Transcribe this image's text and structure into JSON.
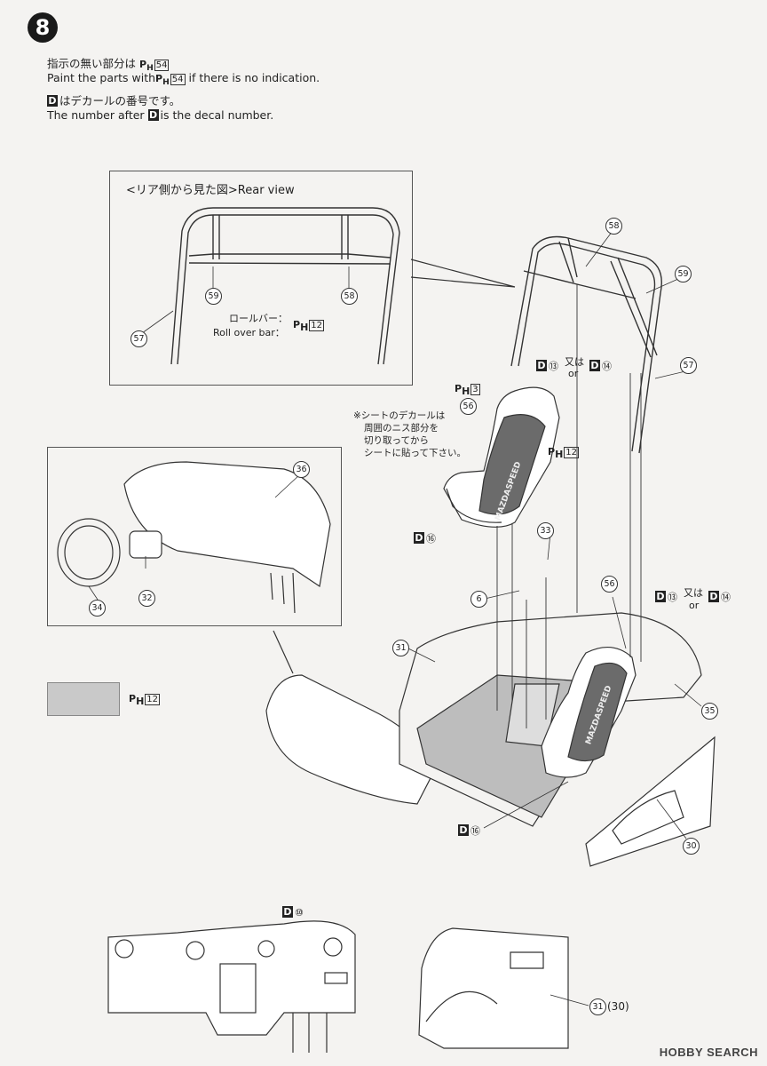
{
  "step": {
    "number": "8"
  },
  "notes": {
    "line1_jp": "指示の無い部分は",
    "line1_ph": "P",
    "line1_ph_sub": "H",
    "line1_ph_num": "54",
    "line2_a": "Paint the parts with",
    "line2_ph": "P",
    "line2_ph_sub": "H",
    "line2_ph_num": "54",
    "line2_b": " if there is no indication.",
    "line3_d": "D",
    "line3_jp": "はデカールの番号です。",
    "line4_a": "The number after",
    "line4_d": "D",
    "line4_b": "is the decal number."
  },
  "rear_view": {
    "title": "<リア側から見た図>Rear view",
    "callouts": [
      "59",
      "58",
      "57"
    ],
    "roll_bar_jp": "ロールバー：",
    "roll_bar_en": "Roll over bar：",
    "roll_bar_ph": "P",
    "roll_bar_ph_sub": "H",
    "roll_bar_ph_num": "12"
  },
  "roll_cage_callouts": [
    "58",
    "59",
    "57"
  ],
  "seat_upper": {
    "decal_left": "D",
    "decal_left_num": "⑬",
    "or_jp": "又は",
    "or_en": "or",
    "decal_right": "D",
    "decal_right_num": "⑭",
    "ph_top": "P",
    "ph_top_sub": "H",
    "ph_top_num": "3",
    "callout": "56",
    "ph_side": "P",
    "ph_side_sub": "H",
    "ph_side_num": "12",
    "decal_bottom": "D",
    "decal_bottom_num": "⑯",
    "seat_text": "MAZDASPEED",
    "note_1": "※シートのデカールは",
    "note_2": "周囲のニス部分を",
    "note_3": "切り取ってから",
    "note_4": "シートに貼って下さい。"
  },
  "dash_panel": {
    "callouts": [
      "36",
      "32",
      "34"
    ]
  },
  "swatch": {
    "ph": "P",
    "ph_sub": "H",
    "ph_num": "12"
  },
  "interior": {
    "callouts": [
      "33",
      "6",
      "56",
      "31",
      "35",
      "30"
    ],
    "decal_left": "D",
    "decal_left_num": "⑬",
    "or_jp": "又は",
    "or_en": "or",
    "decal_right": "D",
    "decal_right_num": "⑭",
    "decal_bottom": "D",
    "decal_bottom_num": "⑯",
    "seat_text": "MAZDASPEED"
  },
  "bottom_dash": {
    "decal": "D",
    "decal_num": "⑩"
  },
  "bottom_door": {
    "callout": "31",
    "callout_alt": "(30)"
  },
  "watermark": "HOBBY SEARCH",
  "colors": {
    "gray_paint": "#c9c9c9",
    "seat_dark": "#6b6b6b",
    "floor_gray": "#bdbdbd"
  }
}
